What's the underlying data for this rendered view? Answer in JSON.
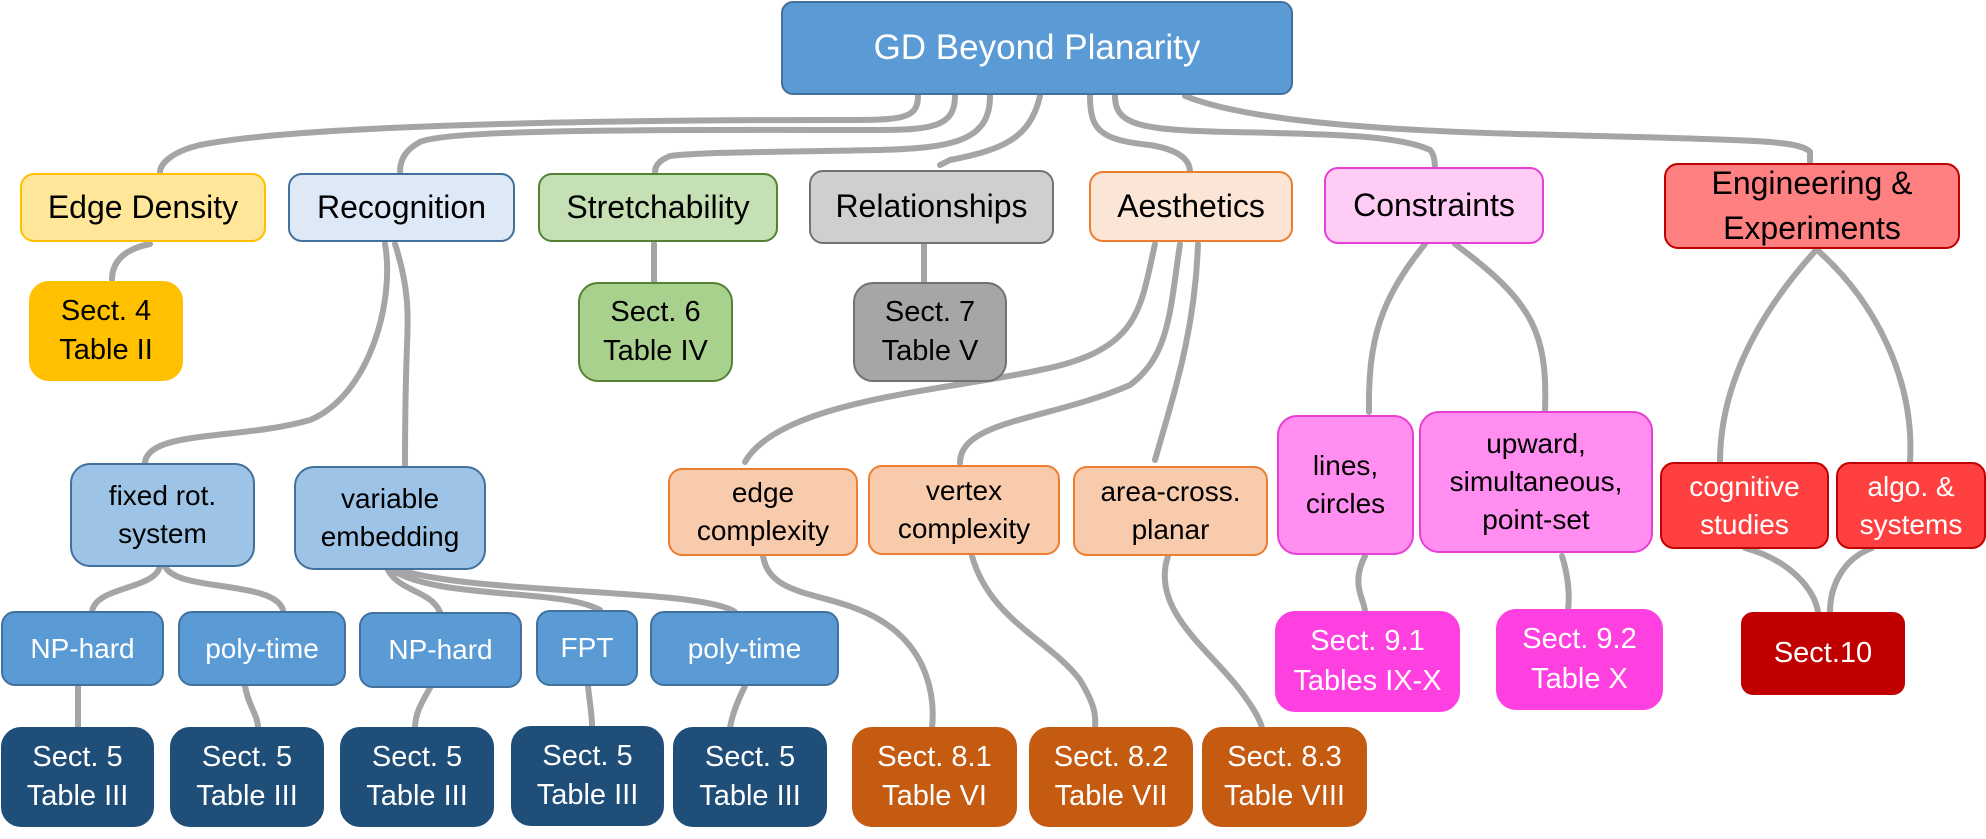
{
  "root": "GD Beyond Planarity",
  "topics": {
    "edge_density": "Edge Density",
    "recognition": "Recognition",
    "stretchability": "Stretchability",
    "relationships": "Relationships",
    "aesthetics": "Aesthetics",
    "constraints": "Constraints",
    "engineering": [
      "Engineering &",
      "Experiments"
    ]
  },
  "subtopics": {
    "fixed_rot": [
      "fixed rot.",
      "system"
    ],
    "variable_emb": [
      "variable",
      "embedding"
    ],
    "np_hard_1": "NP-hard",
    "poly_time_1": "poly-time",
    "np_hard_2": "NP-hard",
    "fpt": "FPT",
    "poly_time_2": "poly-time",
    "edge_complexity": [
      "edge",
      "complexity"
    ],
    "vertex_complexity": [
      "vertex",
      "complexity"
    ],
    "area_cross": [
      "area-cross.",
      "planar"
    ],
    "lines_circles": [
      "lines,",
      "circles"
    ],
    "upward": [
      "upward,",
      "simultaneous,",
      "point-set"
    ],
    "cognitive": [
      "cognitive",
      "studies"
    ],
    "algo_systems": [
      "algo. &",
      "systems"
    ]
  },
  "sections": {
    "s4": [
      "Sect. 4",
      "Table II"
    ],
    "s6": [
      "Sect. 6",
      "Table IV"
    ],
    "s7": [
      "Sect. 7",
      "Table V"
    ],
    "s5a": [
      "Sect. 5",
      "Table III"
    ],
    "s5b": [
      "Sect. 5",
      "Table III"
    ],
    "s5c": [
      "Sect. 5",
      "Table III"
    ],
    "s5d": [
      "Sect. 5",
      "Table III"
    ],
    "s5e": [
      "Sect. 5",
      "Table III"
    ],
    "s81": [
      "Sect. 8.1",
      "Table VI"
    ],
    "s82": [
      "Sect. 8.2",
      "Table VII"
    ],
    "s83": [
      "Sect. 8.3",
      "Table VIII"
    ],
    "s91": [
      "Sect. 9.1",
      "Tables IX-X"
    ],
    "s92": [
      "Sect. 9.2",
      "Table X"
    ],
    "s10": "Sect.10"
  },
  "colors": {
    "root": "#5b9bd5",
    "edge_density": "#ffe699",
    "recognition": "#dde9f6",
    "stretchability": "#c5e0b4",
    "relationships": "#d0cece",
    "aesthetics": "#fbe5d6",
    "constraints": "#ffccf5",
    "engineering": "#ff8080",
    "link": "#a5a5a5"
  }
}
